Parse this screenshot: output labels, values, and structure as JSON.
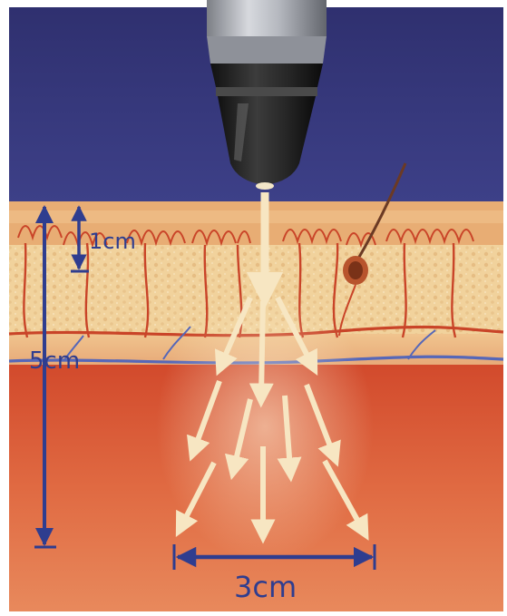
{
  "labels": {
    "depth_small": "1cm",
    "depth_large": "5cm",
    "width": "3cm"
  },
  "colors": {
    "background_blue": "#3b3c87",
    "epidermis": "#e9b178",
    "dermis": "#f0cf97",
    "subcutis": "#d45132",
    "deep_tissue": "#df6640",
    "vessel_red": "#c94428",
    "vessel_blue": "#5667b8",
    "measure_blue": "#2f3d8f",
    "beam": "#f7e6c2",
    "probe_dark": "#262626",
    "probe_silver": "#b9bcc2"
  },
  "icons": {
    "probe": "laser-probe-icon",
    "hair": "hair-follicle-icon"
  }
}
